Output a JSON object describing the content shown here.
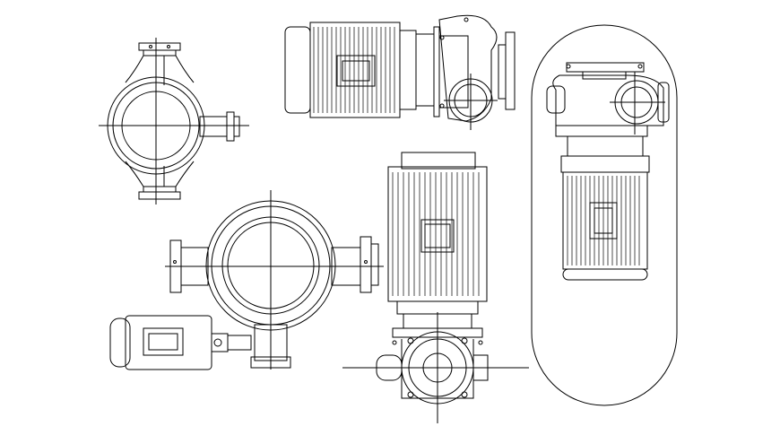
{
  "drawing": {
    "background": "#ffffff",
    "line_color": "#000000",
    "views": [
      "volute-top-view",
      "horizontal-motor-pump-side-view",
      "vertical-motor-front-view",
      "large-volute-with-motor-top-view",
      "pump-in-rounded-frame"
    ]
  }
}
